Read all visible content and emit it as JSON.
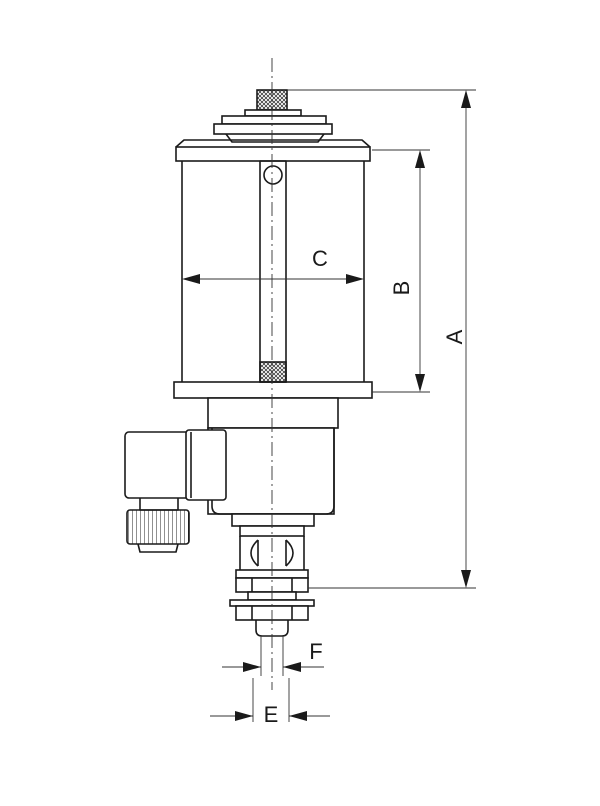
{
  "dimensions": {
    "a": "A",
    "b": "B",
    "c": "C",
    "e": "E",
    "f": "F"
  }
}
